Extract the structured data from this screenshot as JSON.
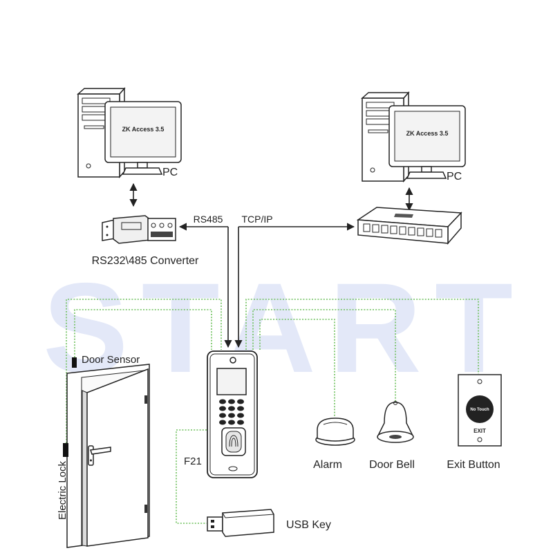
{
  "watermark": "START",
  "pc_left": {
    "screen_text": "ZK Access 3.5",
    "label": "PC"
  },
  "pc_right": {
    "screen_text": "ZK Access 3.5",
    "label": "PC"
  },
  "converter": {
    "label": "RS232\\485 Converter"
  },
  "links": {
    "rs485": "RS485",
    "tcpip": "TCP/IP"
  },
  "f21": {
    "label": "F21"
  },
  "door": {
    "sensor_label": "Door Sensor",
    "lock_label": "Electric Lock"
  },
  "alarm": {
    "label": "Alarm"
  },
  "door_bell": {
    "label": "Door Bell"
  },
  "exit_button": {
    "label": "Exit Button",
    "button_text": "No Touch",
    "panel_text": "EXIT"
  },
  "usb_key": {
    "label": "USB Key"
  },
  "colors": {
    "line": "#222222",
    "signal": "#6cbf5a",
    "watermark": "#e3e8f8"
  }
}
